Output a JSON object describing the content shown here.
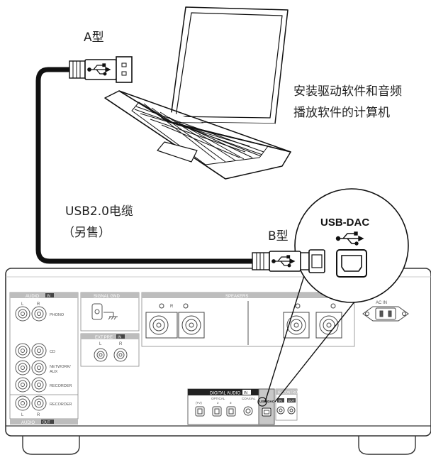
{
  "labels": {
    "type_a": "A型",
    "type_b": "B型",
    "cable_line1": "USB2.0电缆",
    "cable_line2": "（另售）",
    "software_line1": "安装驱动软件和音频",
    "software_line2": "播放软件的计算机",
    "callout_title": "USB-DAC"
  },
  "panel": {
    "audio_in": "AUDIO",
    "audio_in_badge": "IN",
    "audio_out": "AUDIO",
    "audio_out_badge": "OUT",
    "phono": "PHONO",
    "cd": "CD",
    "network_aux_1": "NETWORK/",
    "network_aux_2": "AUX",
    "recorder_in": "RECORDER",
    "recorder_out": "RECORDER",
    "l_mark": "L",
    "r_mark": "R",
    "signal_gnd": "SIGNAL GND",
    "ext_pre": "EXT.PRE",
    "ext_pre_badge": "IN",
    "speakers": "SPEAKERS",
    "ac_in": "AC IN",
    "digital_audio": "DIGITAL AUDIO",
    "digital_audio_badge": "IN",
    "optical": "OPTICAL",
    "opt_tv": "(TV)",
    "opt_2": "2",
    "opt_3": "3",
    "coaxial": "COAXIAL",
    "usb_dac": "USB-DAC",
    "ir_control": "IR CONTROL",
    "ir_in": "IN",
    "ir_out": "OUT"
  },
  "icons": {
    "usb_symbol": "usb-trident-icon"
  }
}
